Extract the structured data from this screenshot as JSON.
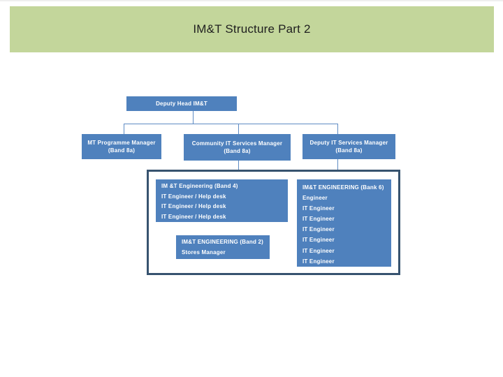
{
  "slide": {
    "title": "IM&T Structure Part 2"
  },
  "colors": {
    "banner_bg": "#c3d69b",
    "title_text": "#1f1f1f",
    "node_bg": "#4f81bd",
    "node_text": "#ffffff",
    "connector": "#5e8bc4",
    "container_border": "#37536f"
  },
  "org_chart": {
    "root": {
      "label": "Deputy Head IM&T"
    },
    "managers": [
      {
        "label": "MT Programme Manager (Band 8a)"
      },
      {
        "label": "Community IT Services Manager (Band 8a)"
      },
      {
        "label": "Deputy IT Services Manager (Band 8a)"
      }
    ],
    "engineering_band4": {
      "header": "IM &T Engineering (Band 4)",
      "items": [
        "IT Engineer / Help desk",
        "IT Engineer / Help desk",
        "IT Engineer / Help desk"
      ]
    },
    "engineering_bank6": {
      "header": "IM&T ENGINEERING (Bank 6)",
      "items": [
        "Engineer",
        "IT Engineer",
        "IT Engineer",
        "IT Engineer",
        "IT Engineer",
        "IT Engineer",
        "IT Engineer"
      ]
    },
    "engineering_band2": {
      "header": "IM&T ENGINEERING (Band 2)",
      "items": [
        "Stores Manager"
      ]
    }
  }
}
